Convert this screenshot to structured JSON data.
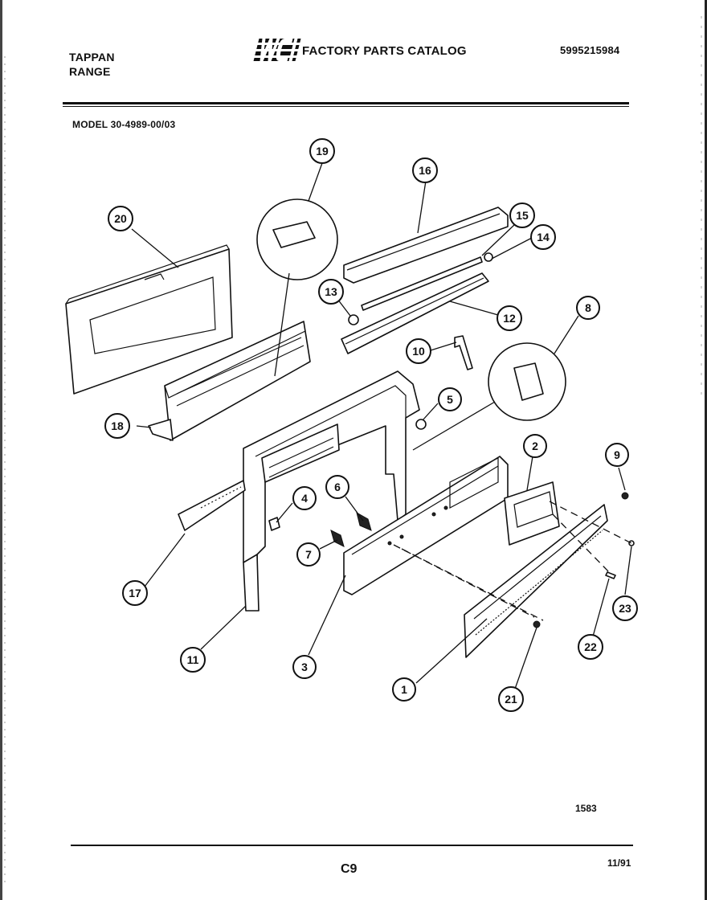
{
  "header": {
    "brand_line1": "TAPPAN",
    "brand_line2": "RANGE",
    "catalog_title": "FACTORY PARTS CATALOG",
    "logo_text": "WCI",
    "part_number": "5995215984",
    "model": "MODEL 30-4989-00/03"
  },
  "callouts": [
    "1",
    "2",
    "3",
    "4",
    "5",
    "6",
    "7",
    "8",
    "9",
    "10",
    "11",
    "12",
    "13",
    "14",
    "15",
    "16",
    "17",
    "18",
    "19",
    "20",
    "21",
    "22",
    "23"
  ],
  "footer": {
    "figure_number": "1583",
    "page": "C9",
    "date": "11/91"
  }
}
